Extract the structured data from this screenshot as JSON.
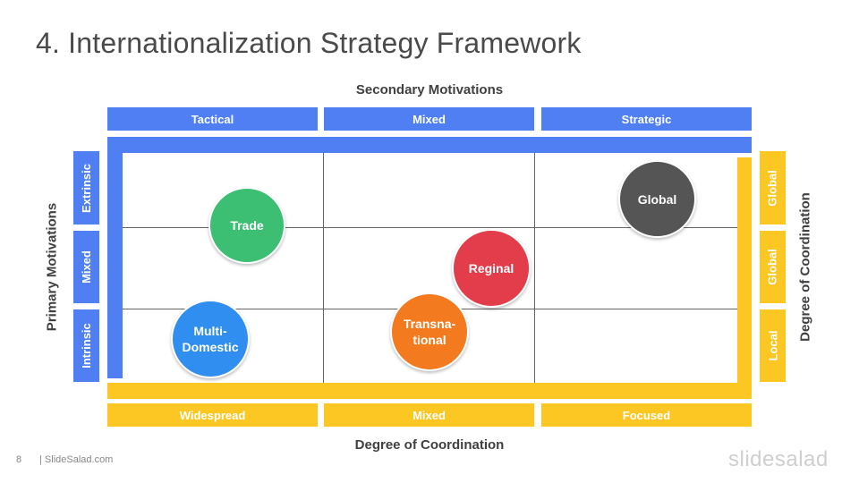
{
  "slide": {
    "title": "4. Internationalization Strategy Framework",
    "page_number": "8",
    "footer_text": "| SlideSalad.com",
    "brand": "slidesalad"
  },
  "axes": {
    "top_label": "Secondary Motivations",
    "bottom_label": "Degree of Coordination",
    "left_label": "Primary Motivations",
    "right_label": "Degree of Coordination"
  },
  "top_columns": [
    "Tactical",
    "Mixed",
    "Strategic"
  ],
  "bottom_columns": [
    "Widespread",
    "Mixed",
    "Focused"
  ],
  "left_rows": [
    "Extrinsic",
    "Mixed",
    "Intrinsic"
  ],
  "right_rows": [
    "Global",
    "Global",
    "Local"
  ],
  "strategies": [
    {
      "label": "Trade",
      "color": "#3dbf73"
    },
    {
      "label": "Global",
      "color": "#555555"
    },
    {
      "label": "Reginal",
      "color": "#e33c4a"
    },
    {
      "label": "Multi-\nDomestic",
      "color": "#2f8ef0"
    },
    {
      "label": "Transna-\ntional",
      "color": "#f47a1f"
    }
  ],
  "colors": {
    "blue": "#4f7ff2",
    "yellow": "#fcc623"
  }
}
